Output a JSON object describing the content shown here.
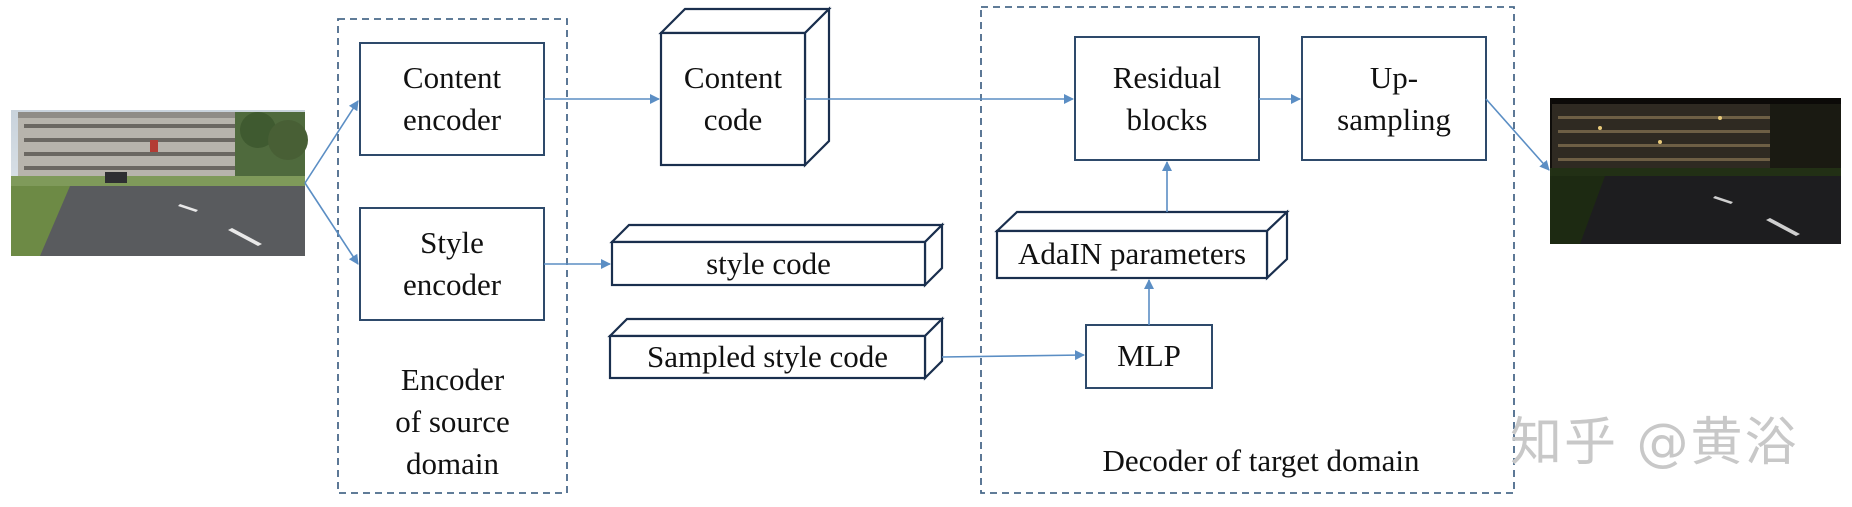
{
  "encoder_group": {
    "caption": "Encoder\nof source\ndomain"
  },
  "decoder_group": {
    "caption": "Decoder of target domain"
  },
  "content_encoder": {
    "label": "Content\nencoder"
  },
  "style_encoder": {
    "label": "Style\nencoder"
  },
  "content_code": {
    "label": "Content\ncode"
  },
  "style_code": {
    "label": "style code"
  },
  "sampled_style_code": {
    "label": "Sampled style code"
  },
  "residual_blocks": {
    "label": "Residual\nblocks"
  },
  "upsampling": {
    "label": "Up-\nsampling"
  },
  "adain_parameters": {
    "label": "AdaIN parameters"
  },
  "mlp": {
    "label": "MLP"
  },
  "watermark": {
    "text": "知乎 @黄浴"
  },
  "colors": {
    "box_border": "#2e4a6b",
    "arrow": "#5b8ec4",
    "dash": "#4a6a8a"
  },
  "images": {
    "input": {
      "scene": "daytime street with apartment building"
    },
    "output": {
      "scene": "night-time street with apartment building"
    }
  }
}
